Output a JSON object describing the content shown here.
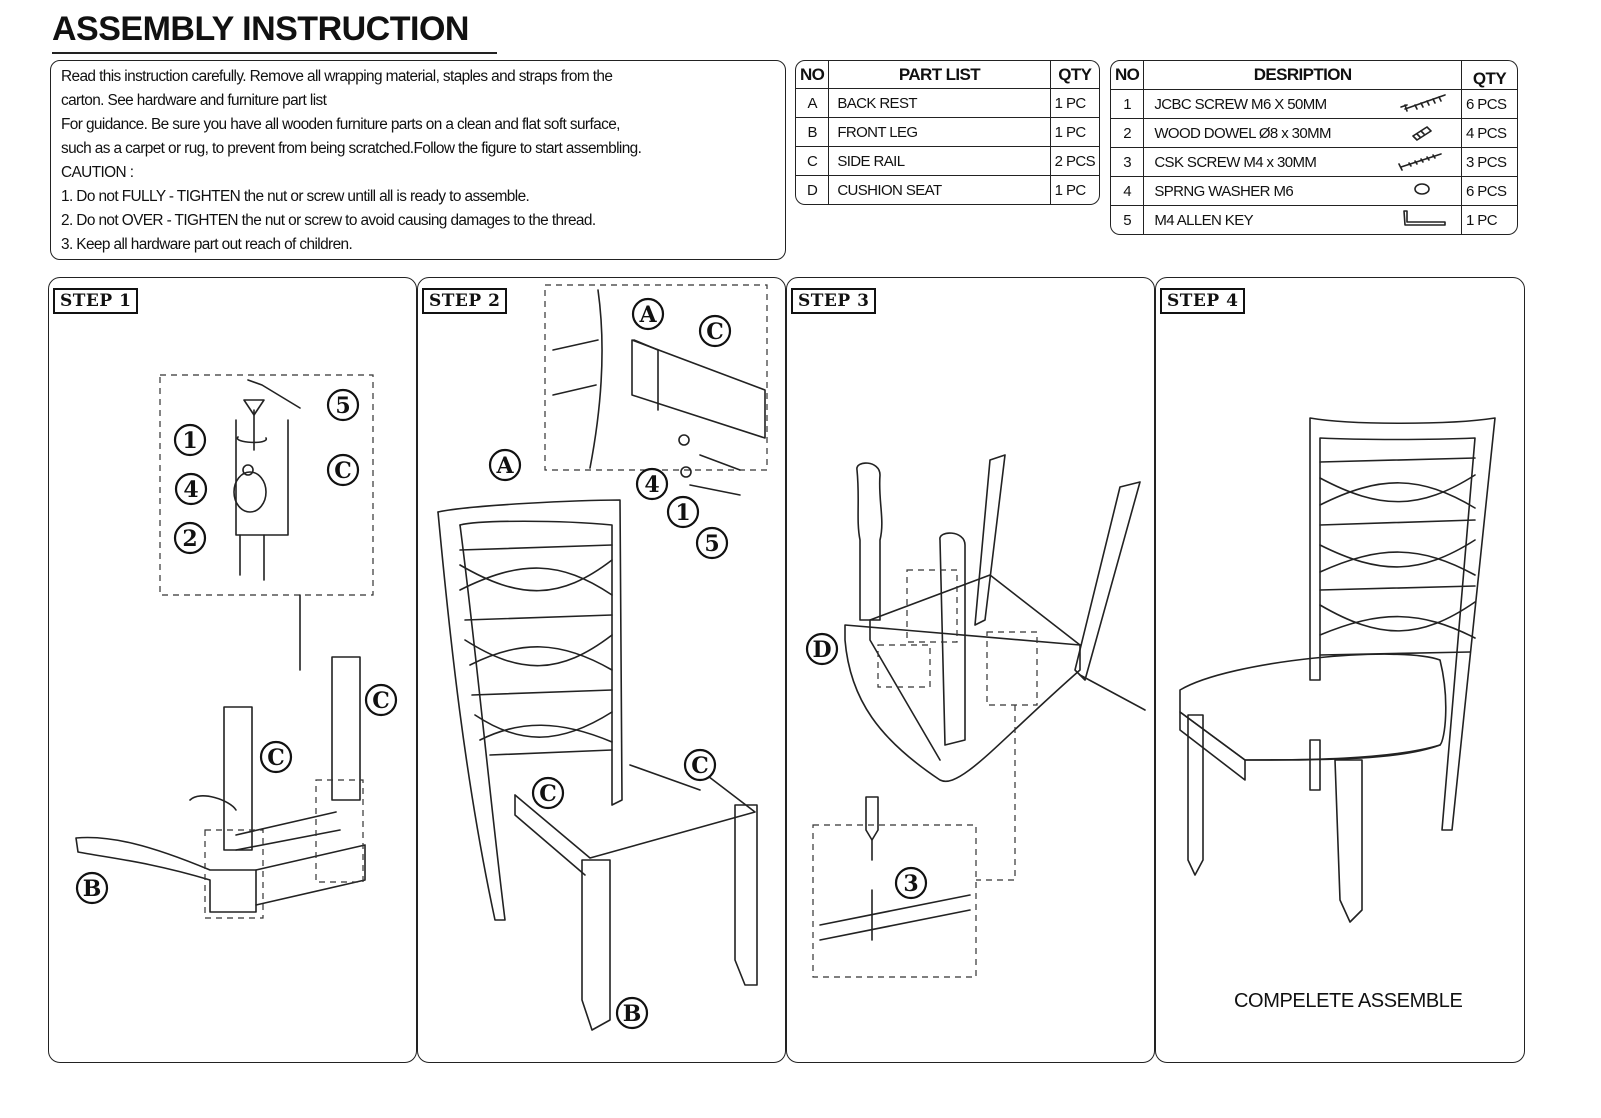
{
  "title": "ASSEMBLY INSTRUCTION",
  "instructions": [
    "Read this  instruction carefully. Remove all wrapping material, staples and straps from the",
    "carton. See hardware and furniture part list",
    "For guidance. Be sure you have all wooden furniture parts on a clean and flat soft surface,",
    "such as a carpet or rug, to prevent from being scratched.Follow the figure to start assembling.",
    "CAUTION :",
    "1. Do not FULLY - TIGHTEN the nut or screw untill all is ready to assemble.",
    "2. Do not OVER -  TIGHTEN the nut or screw to avoid causing damages to the thread.",
    "3. Keep all hardware part out reach of children."
  ],
  "part_list": {
    "headers": [
      "NO",
      "PART LIST",
      "QTY"
    ],
    "rows": [
      [
        "A",
        "BACK REST",
        "1 PC"
      ],
      [
        "B",
        "FRONT LEG",
        "1 PC"
      ],
      [
        "C",
        "SIDE RAIL",
        "2 PCS"
      ],
      [
        "D",
        "CUSHION SEAT",
        "1 PC"
      ]
    ]
  },
  "hardware_list": {
    "headers": [
      "NO",
      "DESRIPTION",
      "QTY"
    ],
    "rows": [
      [
        "1",
        "JCBC SCREW M6 X 50MM",
        "6 PCS",
        "bolt-icon"
      ],
      [
        "2",
        "WOOD DOWEL Ø8 x 30MM",
        "4 PCS",
        "dowel-icon"
      ],
      [
        "3",
        "CSK SCREW M4 x 30MM",
        "3 PCS",
        "screw-icon"
      ],
      [
        "4",
        "SPRNG WASHER M6",
        "6 PCS",
        "washer-icon"
      ],
      [
        "5",
        "M4 ALLEN KEY",
        "1 PC",
        "allen-key-icon"
      ]
    ]
  },
  "steps": [
    "STEP 1",
    "STEP 2",
    "STEP 3",
    "STEP 4"
  ],
  "callouts": {
    "s1": [
      "5",
      "1",
      "4",
      "C",
      "2",
      "C",
      "C",
      "B"
    ],
    "s2": [
      "A",
      "C",
      "A",
      "4",
      "1",
      "5",
      "C",
      "C",
      "B"
    ],
    "s3": [
      "D",
      "3"
    ]
  },
  "complete_text": "COMPELETE ASSEMBLE"
}
